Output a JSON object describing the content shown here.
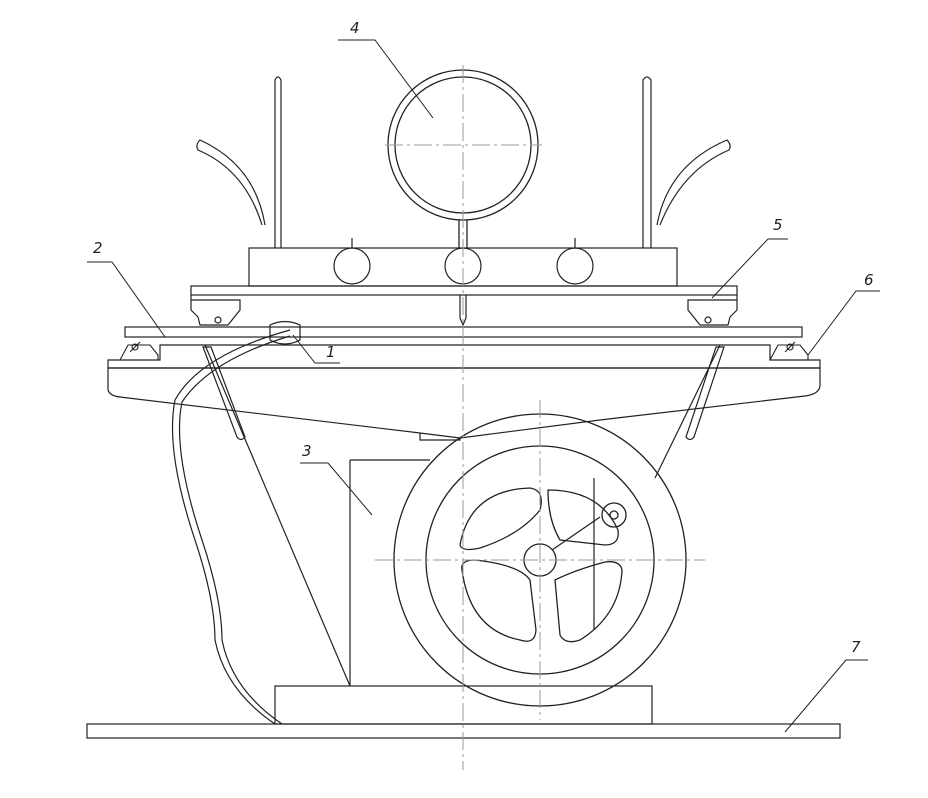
{
  "colors": {
    "background": "#ffffff",
    "line": "#222222",
    "centerline": "#9a9a9a"
  },
  "callouts": [
    {
      "id": "1",
      "text": "1"
    },
    {
      "id": "2",
      "text": "2"
    },
    {
      "id": "3",
      "text": "3"
    },
    {
      "id": "4",
      "text": "4"
    },
    {
      "id": "5",
      "text": "5"
    },
    {
      "id": "6",
      "text": "6"
    },
    {
      "id": "7",
      "text": "7"
    }
  ]
}
